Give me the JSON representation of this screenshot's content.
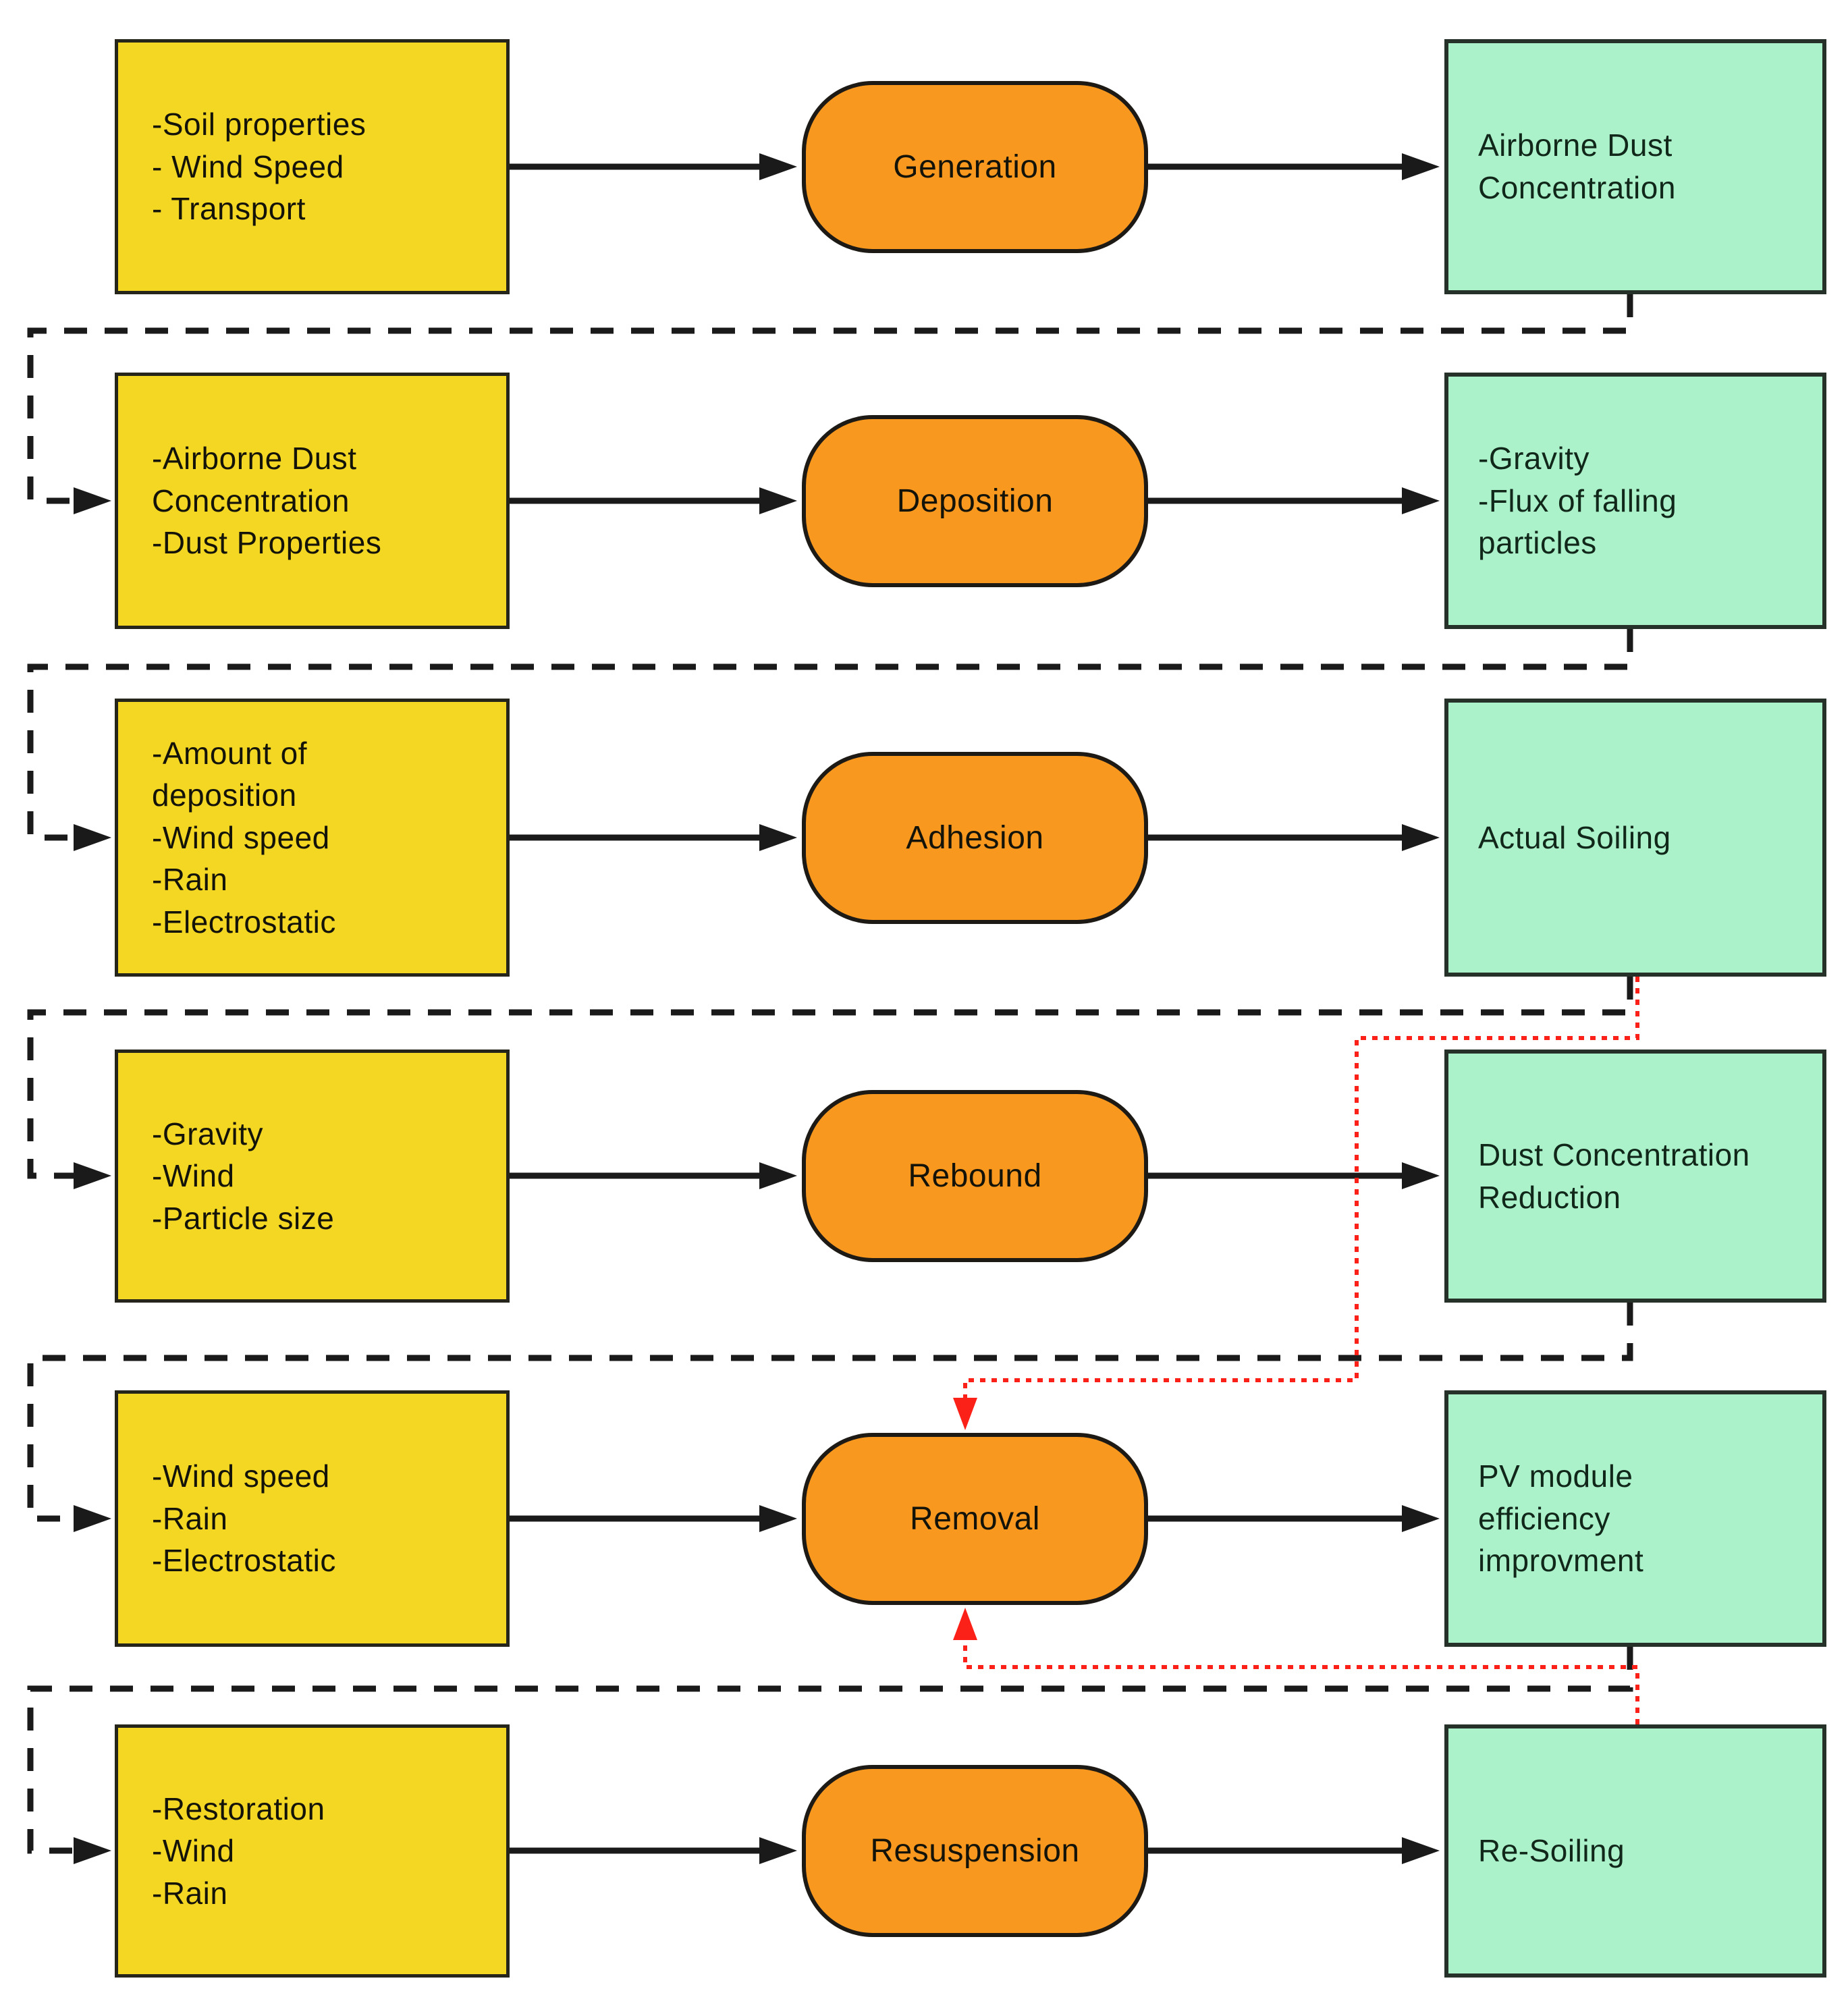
{
  "diagram_type": "flowchart",
  "colors": {
    "input_fill": "#F3D723",
    "process_fill": "#F8981F",
    "output_fill": "#ABF2CA",
    "line_color": "#1a1a1a",
    "reverse_feedback_color": "#FB2018"
  },
  "rows": [
    {
      "inputs": "-Soil properties\n- Wind Speed\n- Transport",
      "process": "Generation",
      "output": "Airborne Dust\nConcentration"
    },
    {
      "inputs": "-Airborne Dust\nConcentration\n-Dust Properties",
      "process": "Deposition",
      "output": "-Gravity\n-Flux of falling\nparticles"
    },
    {
      "inputs": "-Amount of\ndeposition\n-Wind speed\n-Rain\n-Electrostatic",
      "process": "Adhesion",
      "output": "Actual Soiling"
    },
    {
      "inputs": "-Gravity\n-Wind\n-Particle size",
      "process": "Rebound",
      "output": "Dust Concentration\nReduction"
    },
    {
      "inputs": "-Wind speed\n-Rain\n-Electrostatic",
      "process": "Removal",
      "output": "PV module\nefficiency\nimprovment"
    },
    {
      "inputs": "-Restoration\n-Wind\n-Rain",
      "process": "Resuspension",
      "output": "Re-Soiling"
    }
  ],
  "connections": {
    "forward_flow": [
      "inputs -> Generation -> Airborne Dust Concentration",
      "inputs -> Deposition -> Gravity / Flux of falling particles",
      "inputs -> Adhesion -> Actual Soiling",
      "inputs -> Rebound -> Dust Concentration Reduction",
      "inputs -> Removal -> PV module efficiency improvment",
      "inputs -> Resuspension -> Re-Soiling"
    ],
    "dashed_feedback": [
      {
        "from": "Airborne Dust Concentration",
        "to": "Deposition inputs"
      },
      {
        "from": "Gravity / Flux of falling particles",
        "to": "Adhesion inputs"
      },
      {
        "from": "Actual Soiling",
        "to": "Rebound inputs"
      },
      {
        "from": "Dust Concentration Reduction",
        "to": "Removal inputs"
      },
      {
        "from": "PV module efficiency improvment",
        "to": "Resuspension inputs"
      }
    ],
    "red_dotted_feedback": [
      {
        "from": "Actual Soiling",
        "to": "Removal"
      },
      {
        "from": "Re-Soiling",
        "to": "Removal"
      }
    ]
  }
}
